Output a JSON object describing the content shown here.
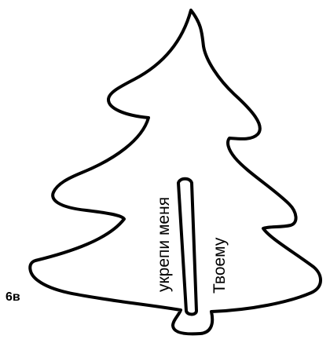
{
  "figure": {
    "label": "6в",
    "text_left": "укрепи меня",
    "text_right": "Твоему"
  },
  "colors": {
    "outline": "#000000",
    "fill": "#ffffff"
  }
}
